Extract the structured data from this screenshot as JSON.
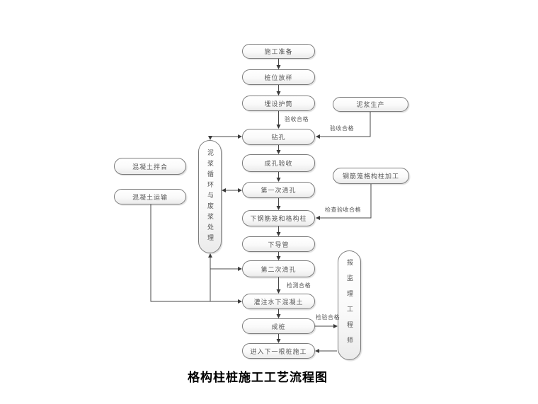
{
  "title": "格构柱桩施工工艺流程图",
  "nodes": {
    "prep": "施工准备",
    "stakeout": "桩位放样",
    "casing": "埋设护筒",
    "drill": "钻孔",
    "hole_accept": "成孔验收",
    "clean1": "第一次清孔",
    "cage_down": "下钢筋笼和格构柱",
    "pipe_down": "下导管",
    "clean2": "第二次清孔",
    "pour": "灌注水下混凝土",
    "pile_done": "成桩",
    "next_pile": "进入下一根桩施工",
    "mix": "混凝土拌合",
    "transport": "混凝土运输",
    "mud_cycle": "泥浆循环与废浆处理",
    "mud_prod": "泥浆生产",
    "cage_fab": "钢筋笼格构柱加工",
    "supervisor": "报监理工程师"
  },
  "edge_labels": {
    "accept_ok_left": "验收合格",
    "accept_ok_right": "验收合格",
    "check_accept_ok": "检查验收合格",
    "test_ok": "检测合格",
    "inspect_ok": "检验合格"
  },
  "colors": {
    "box_border": "#7d7d7d",
    "box_fill_bottom": "#ebebeb",
    "line": "#4a4a4a",
    "label_text": "#555555"
  }
}
